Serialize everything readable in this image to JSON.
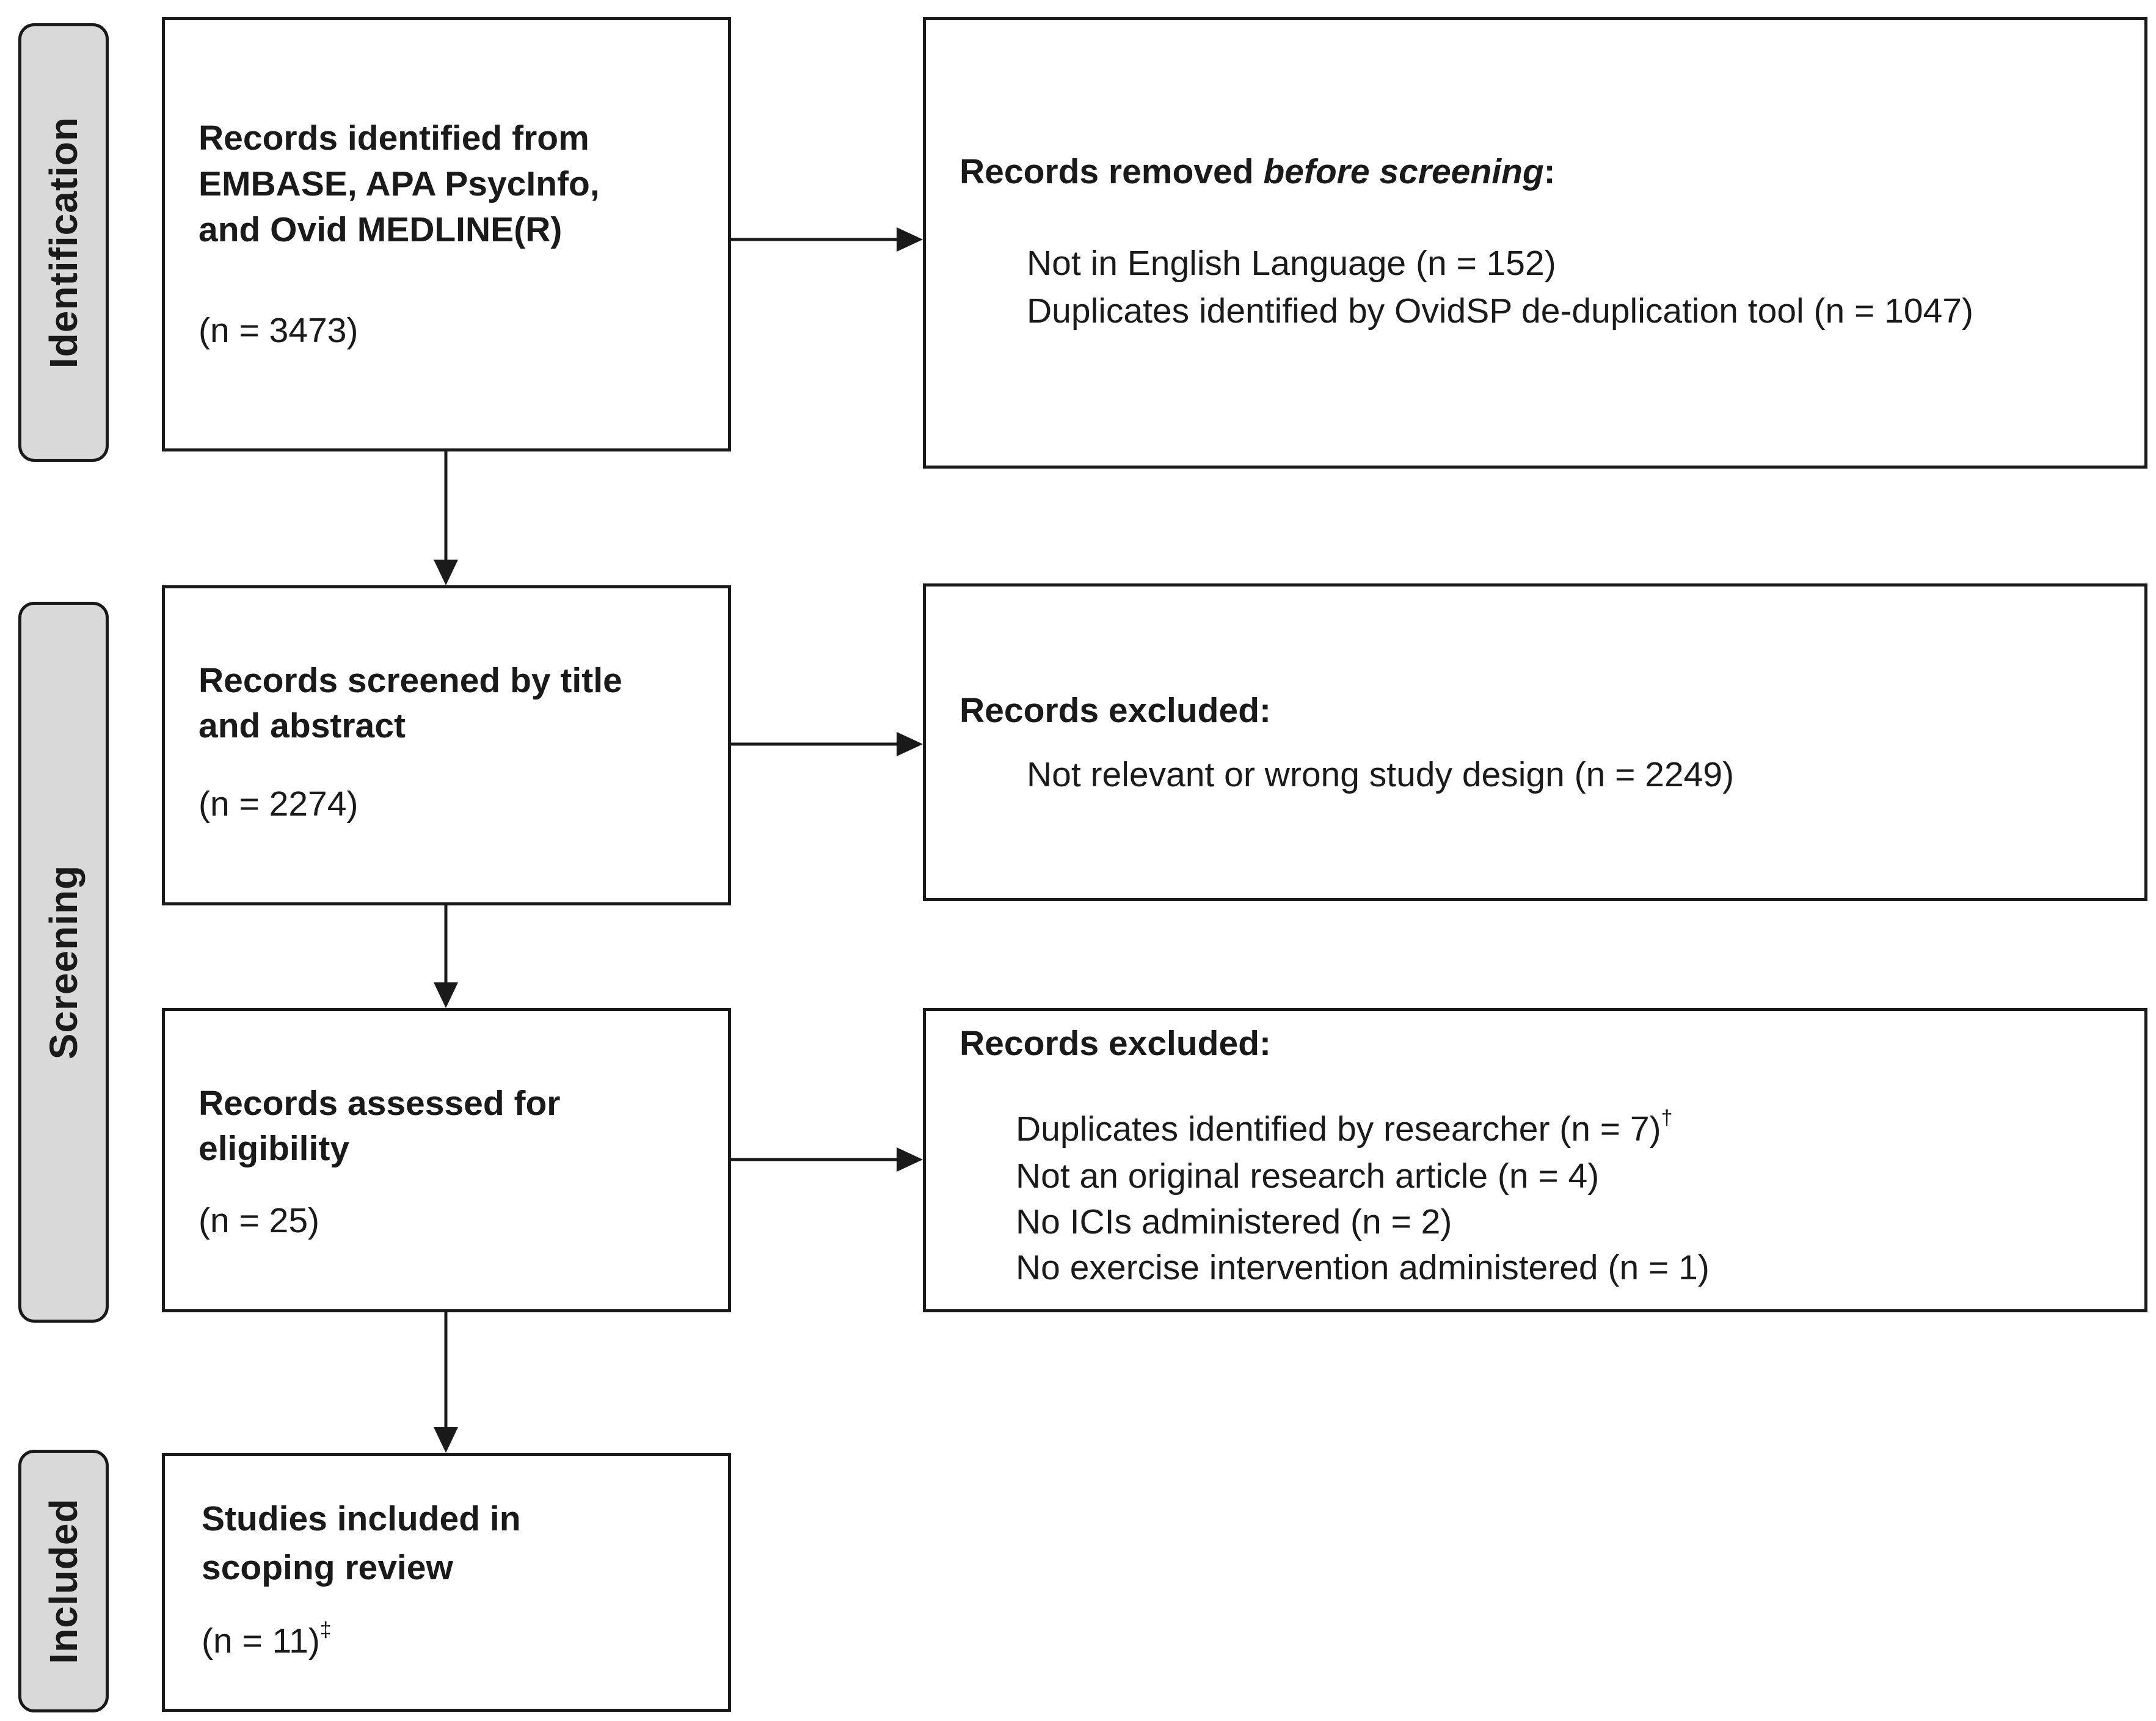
{
  "stages": {
    "identification": "Identification",
    "screening": "Screening",
    "included": "Included"
  },
  "identified": {
    "line1": "Records identified from",
    "line2": "EMBASE, APA PsycInfo,",
    "line3": "and Ovid MEDLINE(R)",
    "count": "(n = 3473)"
  },
  "removed": {
    "title_prefix": "Records removed ",
    "title_italic": "before screening",
    "title_suffix": ":",
    "items": [
      "Not in English Language (n = 152)",
      "Duplicates identified by OvidSP de-duplication tool (n = 1047)"
    ]
  },
  "screened": {
    "line1": "Records screened by title",
    "line2": "and abstract",
    "count": "(n = 2274)"
  },
  "excluded_screening": {
    "title": "Records excluded:",
    "items": [
      "Not relevant or wrong study design (n = 2249)"
    ]
  },
  "assessed": {
    "line1": "Records assessed for",
    "line2": "eligibility",
    "count": "(n = 25)"
  },
  "excluded_eligibility": {
    "title": "Records excluded:",
    "item1_text": "Duplicates identified by researcher (n = 7)",
    "item1_mark": "†",
    "item2": "Not an original research article (n = 4)",
    "item3": "No ICIs administered (n = 2)",
    "item4": "No exercise intervention administered (n = 1)"
  },
  "included": {
    "line1": "Studies included in",
    "line2": "scoping review",
    "count_text": "(n = 11)",
    "count_mark": "‡"
  }
}
